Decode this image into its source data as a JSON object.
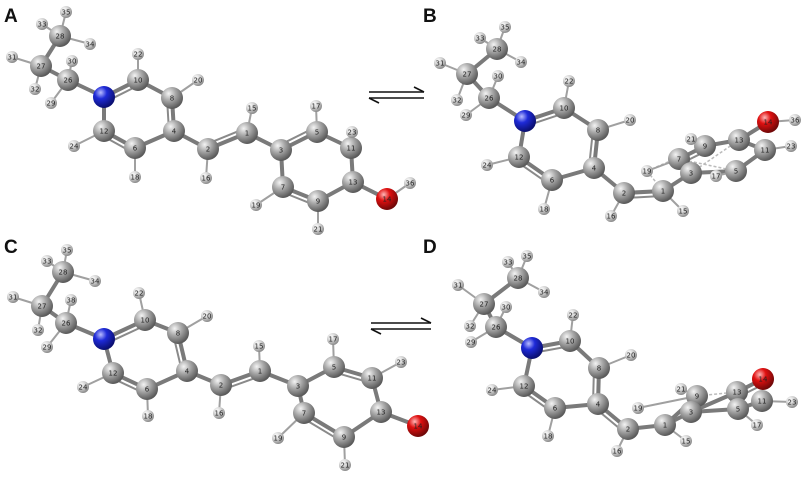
{
  "panels": [
    {
      "id": "A",
      "label": "A"
    },
    {
      "id": "B",
      "label": "B"
    },
    {
      "id": "C",
      "label": "C"
    },
    {
      "id": "D",
      "label": "D"
    }
  ],
  "equilibrium_arrows": [
    {
      "between": [
        "A",
        "B"
      ],
      "icon": "equilibrium-arrows-icon"
    },
    {
      "between": [
        "C",
        "D"
      ],
      "icon": "equilibrium-arrows-icon"
    }
  ],
  "colors": {
    "carbon": "#8c8c8c",
    "hydrogen": "#d0d0d0",
    "nitrogen": "#1e2ad8",
    "oxygen": "#e01010",
    "bond": "#7a7a7a",
    "text": "#111111"
  },
  "molecules": {
    "A": {
      "atoms": [
        {
          "n": "35",
          "el": "H"
        },
        {
          "n": "33",
          "el": "H"
        },
        {
          "n": "28",
          "el": "C"
        },
        {
          "n": "34",
          "el": "H"
        },
        {
          "n": "31",
          "el": "H"
        },
        {
          "n": "27",
          "el": "C"
        },
        {
          "n": "30",
          "el": "H"
        },
        {
          "n": "26",
          "el": "C"
        },
        {
          "n": "32",
          "el": "H"
        },
        {
          "n": "29",
          "el": "H"
        },
        {
          "n": "N",
          "el": "N"
        },
        {
          "n": "22",
          "el": "H"
        },
        {
          "n": "10",
          "el": "C"
        },
        {
          "n": "20",
          "el": "H"
        },
        {
          "n": "8",
          "el": "C"
        },
        {
          "n": "12",
          "el": "C"
        },
        {
          "n": "24",
          "el": "H"
        },
        {
          "n": "6",
          "el": "C"
        },
        {
          "n": "4",
          "el": "C"
        },
        {
          "n": "18",
          "el": "H"
        },
        {
          "n": "15",
          "el": "H"
        },
        {
          "n": "1",
          "el": "C"
        },
        {
          "n": "2",
          "el": "C"
        },
        {
          "n": "16",
          "el": "H"
        },
        {
          "n": "17",
          "el": "H"
        },
        {
          "n": "5",
          "el": "C"
        },
        {
          "n": "3",
          "el": "C"
        },
        {
          "n": "11",
          "el": "C"
        },
        {
          "n": "23",
          "el": "H"
        },
        {
          "n": "7",
          "el": "C"
        },
        {
          "n": "13",
          "el": "C"
        },
        {
          "n": "19",
          "el": "H"
        },
        {
          "n": "9",
          "el": "C"
        },
        {
          "n": "21",
          "el": "H"
        },
        {
          "n": "14",
          "el": "O"
        },
        {
          "n": "36",
          "el": "H"
        }
      ]
    },
    "B": {
      "atoms": [
        {
          "n": "35",
          "el": "H"
        },
        {
          "n": "33",
          "el": "H"
        },
        {
          "n": "28",
          "el": "C"
        },
        {
          "n": "34",
          "el": "H"
        },
        {
          "n": "31",
          "el": "H"
        },
        {
          "n": "27",
          "el": "C"
        },
        {
          "n": "30",
          "el": "H"
        },
        {
          "n": "26",
          "el": "C"
        },
        {
          "n": "32",
          "el": "H"
        },
        {
          "n": "29",
          "el": "H"
        },
        {
          "n": "N",
          "el": "N"
        },
        {
          "n": "22",
          "el": "H"
        },
        {
          "n": "10",
          "el": "C"
        },
        {
          "n": "20",
          "el": "H"
        },
        {
          "n": "8",
          "el": "C"
        },
        {
          "n": "12",
          "el": "C"
        },
        {
          "n": "24",
          "el": "H"
        },
        {
          "n": "6",
          "el": "C"
        },
        {
          "n": "4",
          "el": "C"
        },
        {
          "n": "18",
          "el": "H"
        },
        {
          "n": "2",
          "el": "C"
        },
        {
          "n": "16",
          "el": "H"
        },
        {
          "n": "1",
          "el": "C"
        },
        {
          "n": "15",
          "el": "H"
        },
        {
          "n": "19",
          "el": "H"
        },
        {
          "n": "7",
          "el": "C"
        },
        {
          "n": "3",
          "el": "C"
        },
        {
          "n": "9",
          "el": "C"
        },
        {
          "n": "21",
          "el": "H"
        },
        {
          "n": "13",
          "el": "C"
        },
        {
          "n": "5",
          "el": "C"
        },
        {
          "n": "17",
          "el": "H"
        },
        {
          "n": "11",
          "el": "C"
        },
        {
          "n": "23",
          "el": "H"
        },
        {
          "n": "14",
          "el": "O"
        },
        {
          "n": "36",
          "el": "H"
        }
      ]
    },
    "C": {
      "atoms": [
        {
          "n": "35",
          "el": "H"
        },
        {
          "n": "33",
          "el": "H"
        },
        {
          "n": "28",
          "el": "C"
        },
        {
          "n": "34",
          "el": "H"
        },
        {
          "n": "31",
          "el": "H"
        },
        {
          "n": "27",
          "el": "C"
        },
        {
          "n": "38",
          "el": "H"
        },
        {
          "n": "26",
          "el": "C"
        },
        {
          "n": "32",
          "el": "H"
        },
        {
          "n": "29",
          "el": "H"
        },
        {
          "n": "N",
          "el": "N"
        },
        {
          "n": "22",
          "el": "H"
        },
        {
          "n": "10",
          "el": "C"
        },
        {
          "n": "20",
          "el": "H"
        },
        {
          "n": "8",
          "el": "C"
        },
        {
          "n": "12",
          "el": "C"
        },
        {
          "n": "24",
          "el": "H"
        },
        {
          "n": "6",
          "el": "C"
        },
        {
          "n": "4",
          "el": "C"
        },
        {
          "n": "18",
          "el": "H"
        },
        {
          "n": "2",
          "el": "C"
        },
        {
          "n": "16",
          "el": "H"
        },
        {
          "n": "1",
          "el": "C"
        },
        {
          "n": "15",
          "el": "H"
        },
        {
          "n": "3",
          "el": "C"
        },
        {
          "n": "5",
          "el": "C"
        },
        {
          "n": "17",
          "el": "H"
        },
        {
          "n": "11",
          "el": "C"
        },
        {
          "n": "23",
          "el": "H"
        },
        {
          "n": "7",
          "el": "C"
        },
        {
          "n": "19",
          "el": "H"
        },
        {
          "n": "13",
          "el": "C"
        },
        {
          "n": "9",
          "el": "C"
        },
        {
          "n": "21",
          "el": "H"
        },
        {
          "n": "14",
          "el": "O"
        }
      ]
    },
    "D": {
      "atoms": [
        {
          "n": "35",
          "el": "H"
        },
        {
          "n": "33",
          "el": "H"
        },
        {
          "n": "28",
          "el": "C"
        },
        {
          "n": "34",
          "el": "H"
        },
        {
          "n": "31",
          "el": "H"
        },
        {
          "n": "27",
          "el": "C"
        },
        {
          "n": "30",
          "el": "H"
        },
        {
          "n": "26",
          "el": "C"
        },
        {
          "n": "32",
          "el": "H"
        },
        {
          "n": "29",
          "el": "H"
        },
        {
          "n": "N",
          "el": "N"
        },
        {
          "n": "22",
          "el": "H"
        },
        {
          "n": "10",
          "el": "C"
        },
        {
          "n": "20",
          "el": "H"
        },
        {
          "n": "8",
          "el": "C"
        },
        {
          "n": "12",
          "el": "C"
        },
        {
          "n": "24",
          "el": "H"
        },
        {
          "n": "6",
          "el": "C"
        },
        {
          "n": "4",
          "el": "C"
        },
        {
          "n": "18",
          "el": "H"
        },
        {
          "n": "2",
          "el": "C"
        },
        {
          "n": "16",
          "el": "H"
        },
        {
          "n": "19",
          "el": "H"
        },
        {
          "n": "21",
          "el": "H"
        },
        {
          "n": "9",
          "el": "C"
        },
        {
          "n": "1",
          "el": "C"
        },
        {
          "n": "3",
          "el": "C"
        },
        {
          "n": "15",
          "el": "H"
        },
        {
          "n": "13",
          "el": "C"
        },
        {
          "n": "5",
          "el": "C"
        },
        {
          "n": "17",
          "el": "H"
        },
        {
          "n": "11",
          "el": "C"
        },
        {
          "n": "23",
          "el": "H"
        },
        {
          "n": "14",
          "el": "O"
        }
      ]
    }
  }
}
